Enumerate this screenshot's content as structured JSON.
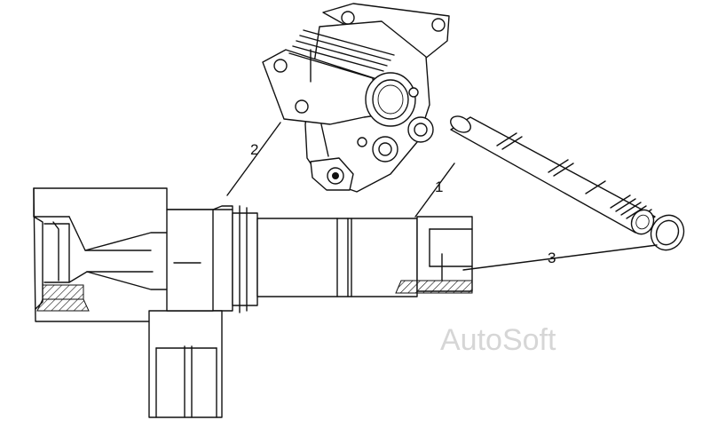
{
  "diagram": {
    "parts": [
      {
        "key": "p1",
        "label": "1",
        "part": "pin"
      },
      {
        "key": "p2",
        "label": "2",
        "part": "bracket"
      },
      {
        "key": "p3",
        "label": "3",
        "part": "ring"
      }
    ]
  },
  "watermark": {
    "text": "AutoSoft"
  }
}
